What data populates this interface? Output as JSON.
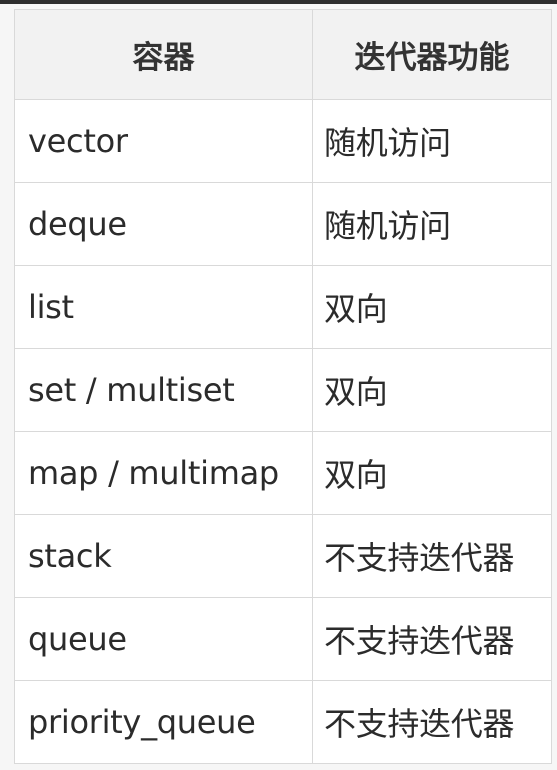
{
  "table": {
    "headers": [
      "容器",
      "迭代器功能"
    ],
    "rows": [
      [
        "vector",
        "随机访问"
      ],
      [
        "deque",
        "随机访问"
      ],
      [
        "list",
        "双向"
      ],
      [
        "set / multiset",
        "双向"
      ],
      [
        "map / multimap",
        "双向"
      ],
      [
        "stack",
        "不支持迭代器"
      ],
      [
        "queue",
        "不支持迭代器"
      ],
      [
        "priority_queue",
        "不支持迭代器"
      ]
    ]
  }
}
